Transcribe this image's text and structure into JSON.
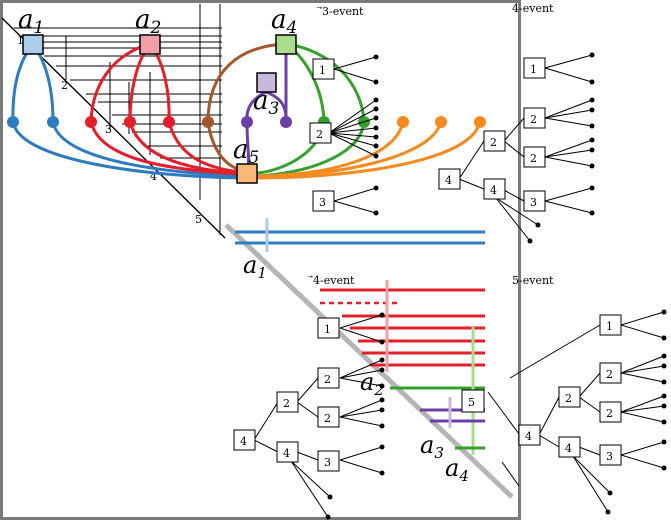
{
  "event_labels": {
    "three_event": "⃗3-event",
    "four_event": "4-event",
    "four_event_arrow": "⃗4-event",
    "five_event": "5-event"
  },
  "nodes": {
    "a1": "a",
    "a1_sub": "1",
    "a2": "a",
    "a2_sub": "2",
    "a3": "a",
    "a3_sub": "3",
    "a4": "a",
    "a4_sub": "4",
    "a5": "a",
    "a5_sub": "5"
  },
  "axis_numbers": [
    "1",
    "2",
    "3",
    "4",
    "5"
  ],
  "tree_labels": {
    "t1": "1",
    "t2": "2",
    "t3": "3",
    "t4": "4",
    "t5": "5"
  },
  "colors": {
    "a1": "#aacdea",
    "a2": "#f2a0a5",
    "a3": "#c8b8dc",
    "a4": "#a9dc8c",
    "a5": "#f8b877",
    "blue": "#2f7bbf",
    "red": "#e21f2a",
    "brown": "#a2582b",
    "purple": "#6c3fa6",
    "green": "#35a12c",
    "orange": "#f68a1e",
    "diag": "#b5b5b5"
  }
}
